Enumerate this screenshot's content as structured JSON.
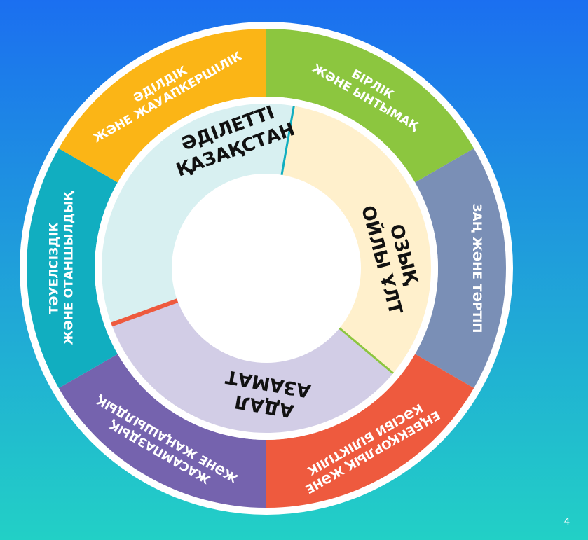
{
  "outer_segments": [
    {
      "lines": [
        "ӘДІЛДІК",
        "ЖӘНЕ ЖАУАПКЕРШІЛІК"
      ],
      "color": "#fbb516"
    },
    {
      "lines": [
        "БІРЛІК",
        "ЖӘНЕ ЫНТЫМАҚ"
      ],
      "color": "#8cc63f"
    },
    {
      "lines": [
        "ЗАҢ ЖӘНЕ ТӘРТІП"
      ],
      "color": "#7a8fb6"
    },
    {
      "lines": [
        "ЕҢБЕКҚОРЛЫҚ ЖӘНЕ",
        "КӘСІБИ БІЛІКТІЛІК"
      ],
      "color": "#ee5a3e"
    },
    {
      "lines": [
        "ЖАСАМПАЗДЫҚ",
        "ЖӘНЕ ЖАҢАШЫЛДЫҚ"
      ],
      "color": "#7563ae"
    },
    {
      "lines": [
        "ТӘУЕЛСІЗДІК",
        "ЖӘНЕ ОТАНШЫЛДЫҚ"
      ],
      "color": "#11aec0"
    }
  ],
  "inner_segments": [
    {
      "lines": [
        "ӘДІЛЕТТІ",
        "ҚАЗАҚСТАН"
      ],
      "color": "#d8f0f1",
      "border": "#11aec0"
    },
    {
      "lines": [
        "ОЗЫҚ",
        "ОЙЛЫ ҰЛТ"
      ],
      "color": "#fff0cc",
      "border": "#8cc63f"
    },
    {
      "lines": [
        "АДАЛ",
        "АЗАМАТ"
      ],
      "color": "#d2cde6",
      "border": "#ee5a3e"
    }
  ],
  "slide_number": "4"
}
